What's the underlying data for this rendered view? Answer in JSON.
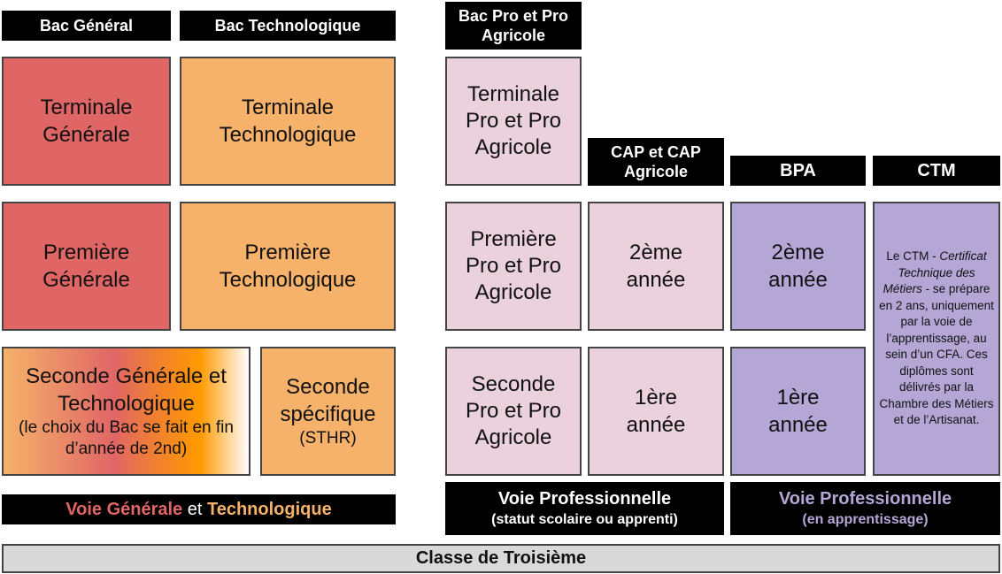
{
  "headers": {
    "bac_general": "Bac Général",
    "bac_techno": "Bac Technologique",
    "bac_pro": "Bac Pro et Pro Agricole",
    "cap": "CAP et CAP Agricole",
    "bpa": "BPA",
    "ctm": "CTM"
  },
  "boxes": {
    "terminale_generale": "Terminale Générale",
    "terminale_techno": "Terminale Technologique",
    "terminale_pro": "Terminale Pro et Pro Agricole",
    "premiere_generale": "Première Générale",
    "premiere_techno": "Première Technologique",
    "premiere_pro": "Première Pro et Pro Agricole",
    "cap_2": "2ème année",
    "bpa_2": "2ème année",
    "cap_1": "1ère année",
    "bpa_1": "1ère année",
    "seconde_gt": "Seconde Générale et Technologique",
    "seconde_gt_note": "(le choix du Bac se fait en fin d’année de 2nd)",
    "seconde_spe": "Seconde spécifique",
    "seconde_spe_note": "(STHR)",
    "seconde_pro": "Seconde Pro et Pro Agricole"
  },
  "ctm_text": {
    "a": "Le CTM - ",
    "b": "Certificat Technique des Métiers",
    "c": " - se prépare en 2 ans, uniquement par la voie de l’apprentissage, au sein d’un CFA. Ces diplômes sont délivrés par la Chambre des Métiers et de l’Artisanat."
  },
  "footers": {
    "voie_g": "Voie Générale",
    "et": " et ",
    "voie_t": "Technologique",
    "voie_pro": "Voie Professionnelle",
    "voie_pro_sub": "(statut scolaire ou apprenti)",
    "voie_pro_app": "Voie Professionnelle",
    "voie_pro_app_sub": "(en apprentissage)",
    "troisieme": "Classe de Troisième"
  },
  "colors": {
    "general": "#e06666",
    "techno": "#f6b26b",
    "pro": "#ead1dc",
    "apprentissage": "#b4a7d6"
  }
}
